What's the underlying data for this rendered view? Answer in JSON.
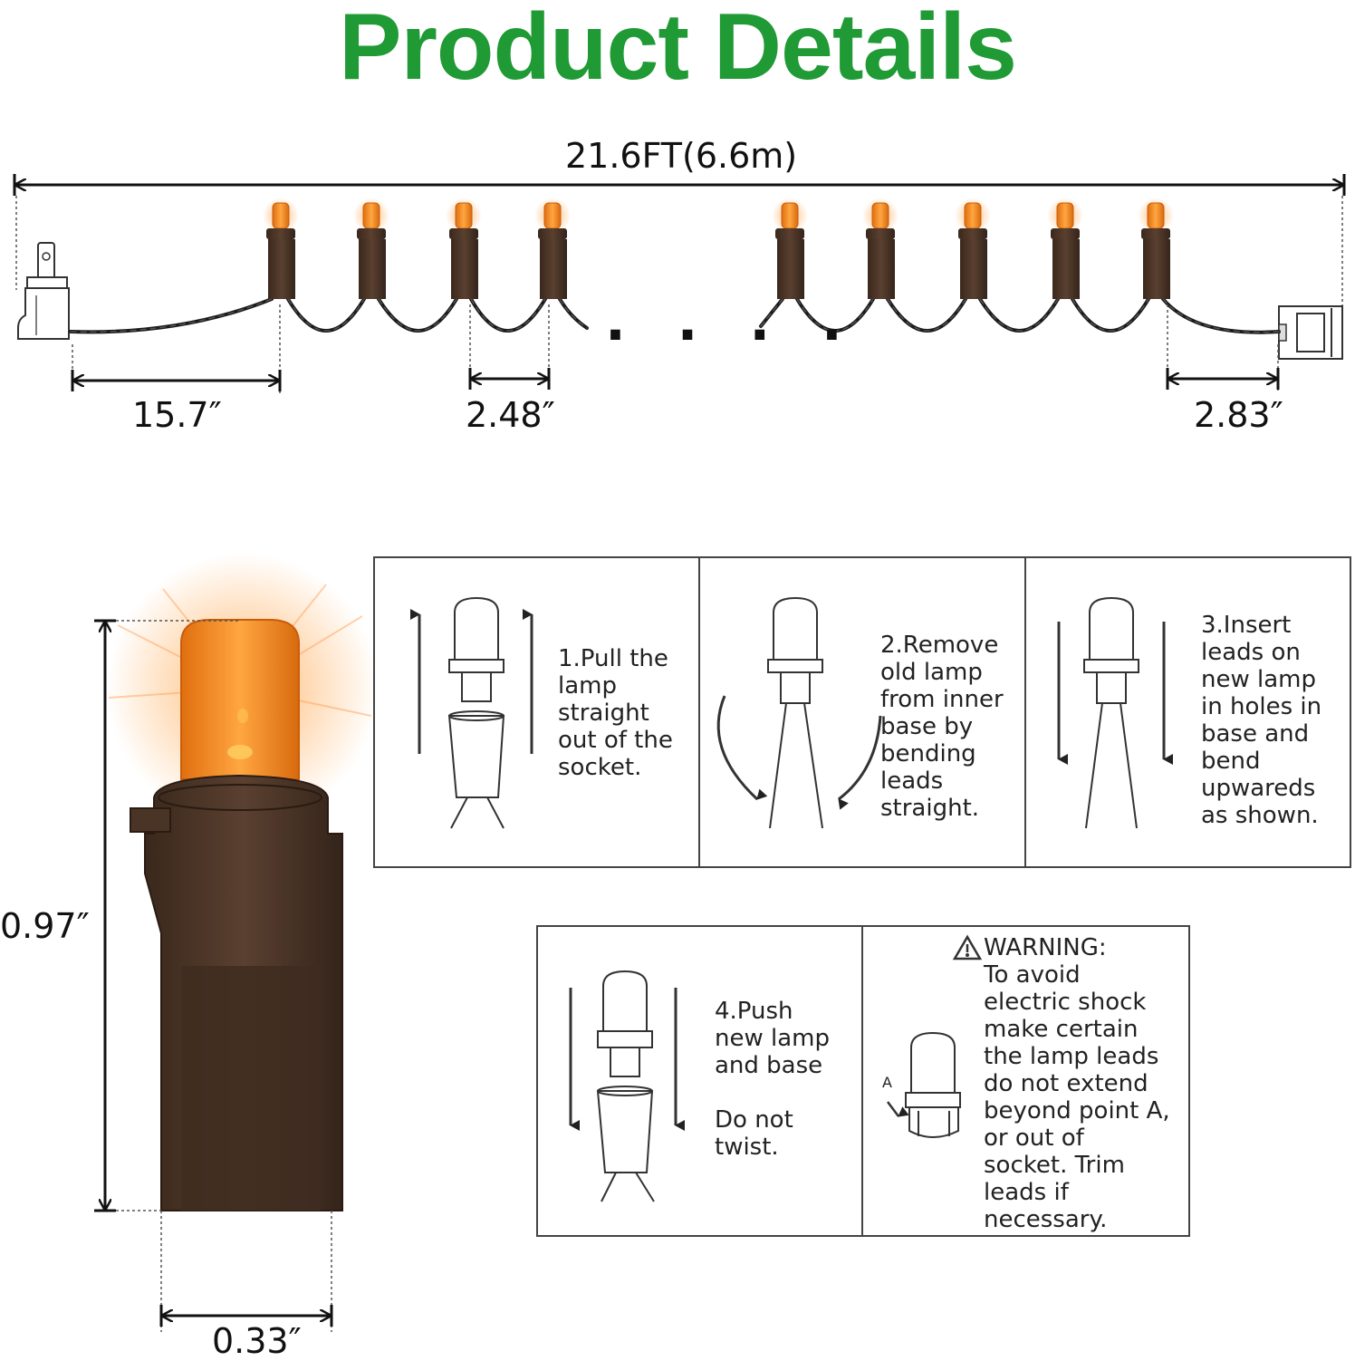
{
  "title": "Product Details",
  "dimensions": {
    "total_length": "21.6FT(6.6m)",
    "lead_length": "15.7″",
    "bulb_spacing": "2.48″",
    "end_length": "2.83″",
    "bulb_height": "0.97″",
    "bulb_width": "0.33″"
  },
  "ellipsis": ". . . .",
  "steps": [
    {
      "text": "1.Pull the\nlamp\nstraight\nout of the\nsocket."
    },
    {
      "text": "2.Remove\nold lamp\nfrom inner\nbase by\nbending\nleads\nstraight."
    },
    {
      "text": "3.Insert\nleads on\nnew lamp\nin holes in\nbase and\nbend\nupwareds\nas shown."
    },
    {
      "text": "4.Push\nnew lamp\nand base\n\nDo not\ntwist."
    }
  ],
  "warning": {
    "heading": "WARNING:",
    "text": "To avoid\nelectric shock\nmake certain\nthe lamp leads\ndo not extend\nbeyond point A,\nor out of\nsocket. Trim\nleads if\nnecessary.",
    "point_label": "A"
  },
  "colors": {
    "title_green": "#1f9a35",
    "bulb_orange": "#f08a1c",
    "socket_brown": "#4a3426",
    "wire": "#1c1c1c"
  }
}
